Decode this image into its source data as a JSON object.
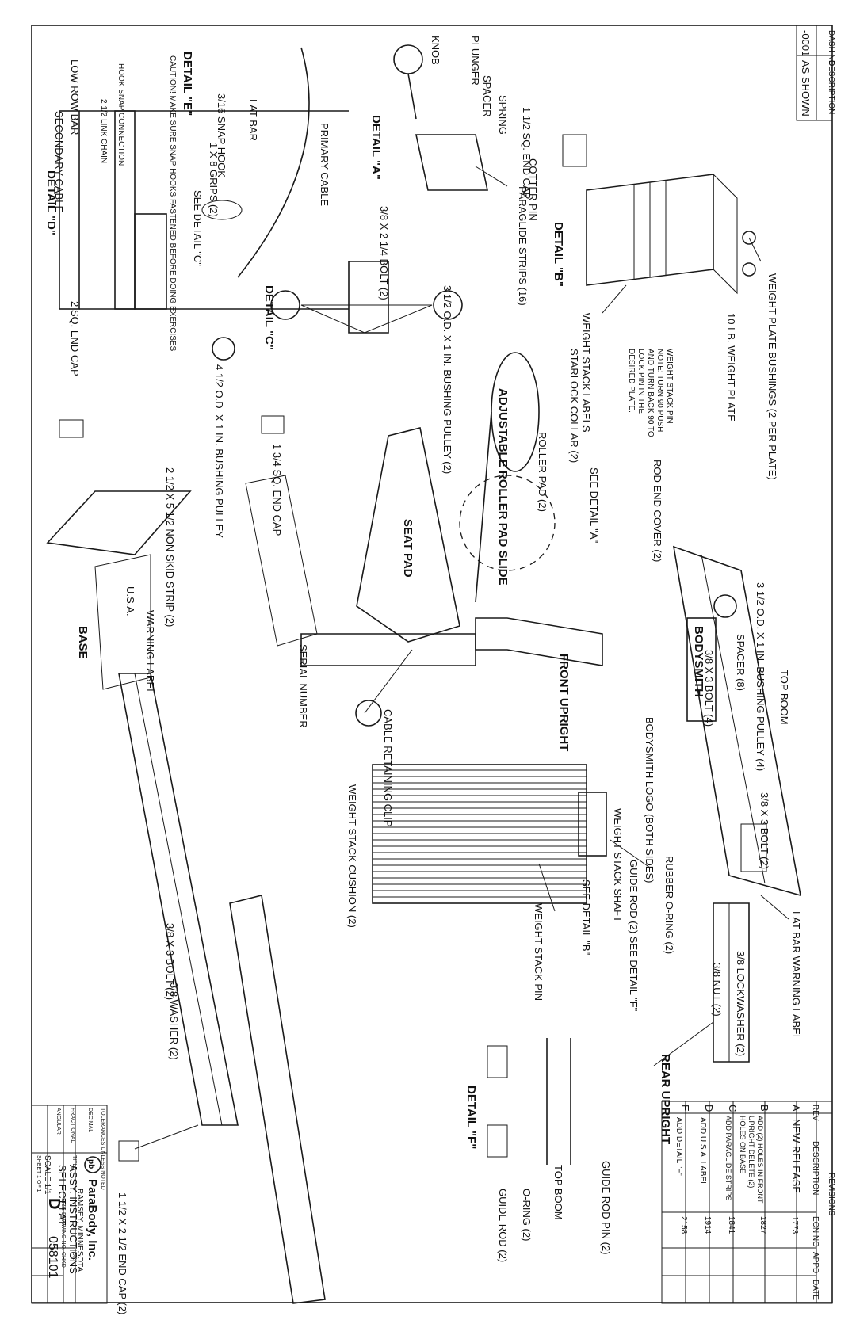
{
  "title_block": {
    "company": "ParaBody, Inc.",
    "location": "RAMSEY, MINNESOTA",
    "title_line1": "ASSY. INSTRUCTIONS",
    "title_line2": "SELECT LAT",
    "size": "D",
    "drawing_no": "058101",
    "scale": "SCALE 1/1",
    "sheet": "SHEET 1 OF 1",
    "fields": {
      "tolerances": "TOLERANCES UNLESS NOTED",
      "decimal": "DECIMAL",
      "fractional": "FRACTIONAL",
      "angular": "ANGULAR",
      "title_label": "TITLE",
      "size_label": "SIZE",
      "drawing_no_label": "DRAWING NO.",
      "drawn_label": "DR",
      "checked_label": "CHKD",
      "date_label": "DATE"
    }
  },
  "dash_block": {
    "dash_no_label": "DASH NO",
    "description_label": "DESCRIPTION",
    "dash_no": "-0001",
    "description": "AS SHOWN"
  },
  "revisions": {
    "header": "REVISIONS",
    "columns": [
      "REV",
      "DESCRIPTION",
      "ECN NO",
      "APPD",
      "DATE"
    ],
    "rows": [
      {
        "rev": "A",
        "description": "NEW RELEASE",
        "ecn": "1773"
      },
      {
        "rev": "B",
        "description": "ADD (2) HOLES IN FRONT UPRIGHT DELETE (2) HOLES ON BASE",
        "ecn": "1827"
      },
      {
        "rev": "C",
        "description": "ADD PARAGLIDE STRIPS",
        "ecn": "1841"
      },
      {
        "rev": "D",
        "description": "ADD U.S.A. LABEL",
        "ecn": "1914"
      },
      {
        "rev": "E",
        "description": "ADD DETAIL \"F\"",
        "ecn": "2158"
      }
    ]
  },
  "details": {
    "a": "DETAIL \"A\"",
    "b": "DETAIL \"B\"",
    "c": "DETAIL \"C\"",
    "d": "DETAIL \"D\"",
    "e": "DETAIL \"E\"",
    "f": "DETAIL \"F\""
  },
  "callouts": {
    "top_boom": "TOP BOOM",
    "rear_upright": "REAR UPRIGHT",
    "front_upright": "FRONT UPRIGHT",
    "base": "BASE",
    "seat_pad": "SEAT PAD",
    "serial_number": "SERIAL NUMBER",
    "lat_bar_warning": "LAT BAR WARNING LABEL",
    "bushing_pulley_top": "3 1/2 O.D. X 1 IN. BUSHING PULLEY (4)",
    "spacer": "SPACER (8)",
    "bolt_3_top": "3/8 X 3 BOLT (4)",
    "bolt_3_right": "3/8 X 3 BOLT (2)",
    "lockwasher_2": "3/8 LOCKWASHER (2)",
    "nut_2": "3/8 NUT (2)",
    "rubber_oring": "RUBBER O-RING (2)",
    "guide_rod": "GUIDE ROD (2) SEE DETAIL \"F\"",
    "weight_stack_shaft": "WEIGHT STACK SHAFT",
    "weight_stack_pin": "WEIGHT STACK PIN",
    "see_detail_b": "SEE DETAIL \"B\"",
    "weight_stack_cushion": "WEIGHT STACK CUSHION (2)",
    "bodysmith_logo": "BODYSMITH LOGO (BOTH SIDES)",
    "bodysmith": "BODYSMITH",
    "rod_end_cover": "ROD END COVER (2)",
    "see_detail_a": "SEE DETAIL \"A\"",
    "adjustable_roller": "ADJUSTABLE ROLLER PAD SLIDE",
    "roller_pad": "ROLLER PAD (2)",
    "starlock": "STARLOCK COLLAR (2)",
    "weight_plate_bushings": "WEIGHT PLATE BUSHINGS (2 PER PLATE)",
    "ten_lb_plate": "10 LB. WEIGHT PLATE",
    "weight_stack_pin_note": "WEIGHT STACK PIN NOTE: TURN 90 PUSH AND TURN BACK 90 TO LOCK PIN IN THE DESIRED PLATE.",
    "weight_stack_labels": "WEIGHT STACK LABELS",
    "plunger": "PLUNGER",
    "knob": "KNOB",
    "spring": "SPRING",
    "cotter_pin": "COTTER PIN",
    "paraglide": "PARAGLIDE STRIPS (16)",
    "end_cap_sq": "1 1/2 SQ. END CAP",
    "lat_bar": "LAT BAR",
    "primary_cable": "PRIMARY CABLE",
    "snap_hook": "3/16 SNAP HOOK",
    "grips_top": "1 X 8 GRIPS (2)",
    "caution": "CAUTION! MAKE SURE SNAP HOOKS FASTENED BEFORE DOING EXERCISES",
    "low_row_bar": "LOW ROW BAR",
    "link_chain": "2 1/2 LINK CHAIN",
    "hook_snap": "HOOK SNAP CONNECTION",
    "secondary_cable": "SECONDARY CABLE",
    "cable_retaining_clip": "CABLE RETAINING CLIP",
    "pulley_bottom": "4 1/2 O.D. X 1 IN. BUSHING PULLEY",
    "end_cap_13": "1 3/4 SQ. END CAP",
    "sq_end_cap_2": "2 SQ. END CAP",
    "non_skid": "2 1/2 X 5 1/2 NON SKID STRIP (2)",
    "warning_label": "WARNING LABEL",
    "usa": "U.S.A.",
    "end_cap_15x25": "1 1/2 X 2 1/2 END CAP (2)",
    "washer_2": "3/8 WASHER (2)",
    "bolt_3_2": "3/8 X 3 BOLT (2)",
    "guide_rod_pin": "GUIDE ROD PIN (2)",
    "oring_2": "O-RING (2)",
    "guide_rod_2": "GUIDE ROD (2)",
    "top_boom_f": "TOP BOOM"
  }
}
